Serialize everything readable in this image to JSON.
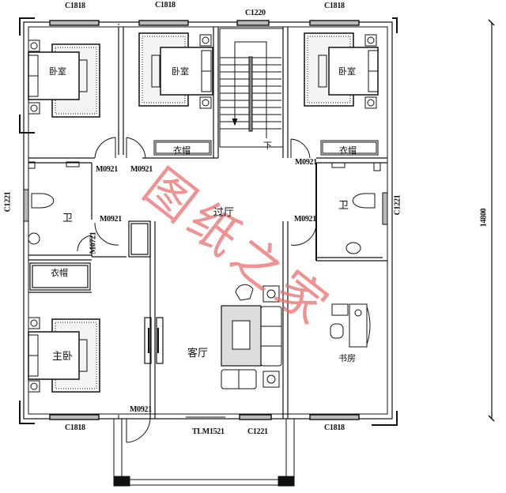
{
  "drawing": {
    "type": "floor plan",
    "overall_dimension": "14800",
    "line_color": "#111111",
    "watermark_color": "#e86e6e"
  },
  "windows": {
    "top": [
      "C1818",
      "C1818",
      "C1220",
      "C1818"
    ],
    "bottom": [
      "C1818",
      "TLM1521",
      "C1221",
      "C1818"
    ],
    "left": "C1221",
    "right": "C1221"
  },
  "doors": {
    "bath_left_top": "M0921",
    "bedroom2_door": "M0921",
    "bath_left_side": "M0921",
    "bath_left_inner": "M0721",
    "bath_right_top": "M0921",
    "bath_right_side": "M0921",
    "master_door": "M0921"
  },
  "rooms": {
    "bedroom_1": "卧室",
    "bedroom_2": "卧室",
    "bedroom_3": "卧室",
    "wardrobe_1": "衣帽",
    "wardrobe_2": "衣帽",
    "wardrobe_3": "衣帽",
    "bath_left": "卫",
    "bath_right": "卫",
    "hall": "过厅",
    "living": "客厅",
    "master": "主卧",
    "study": "书房",
    "stair_down": "下"
  },
  "watermark": {
    "text": "图纸之家"
  }
}
